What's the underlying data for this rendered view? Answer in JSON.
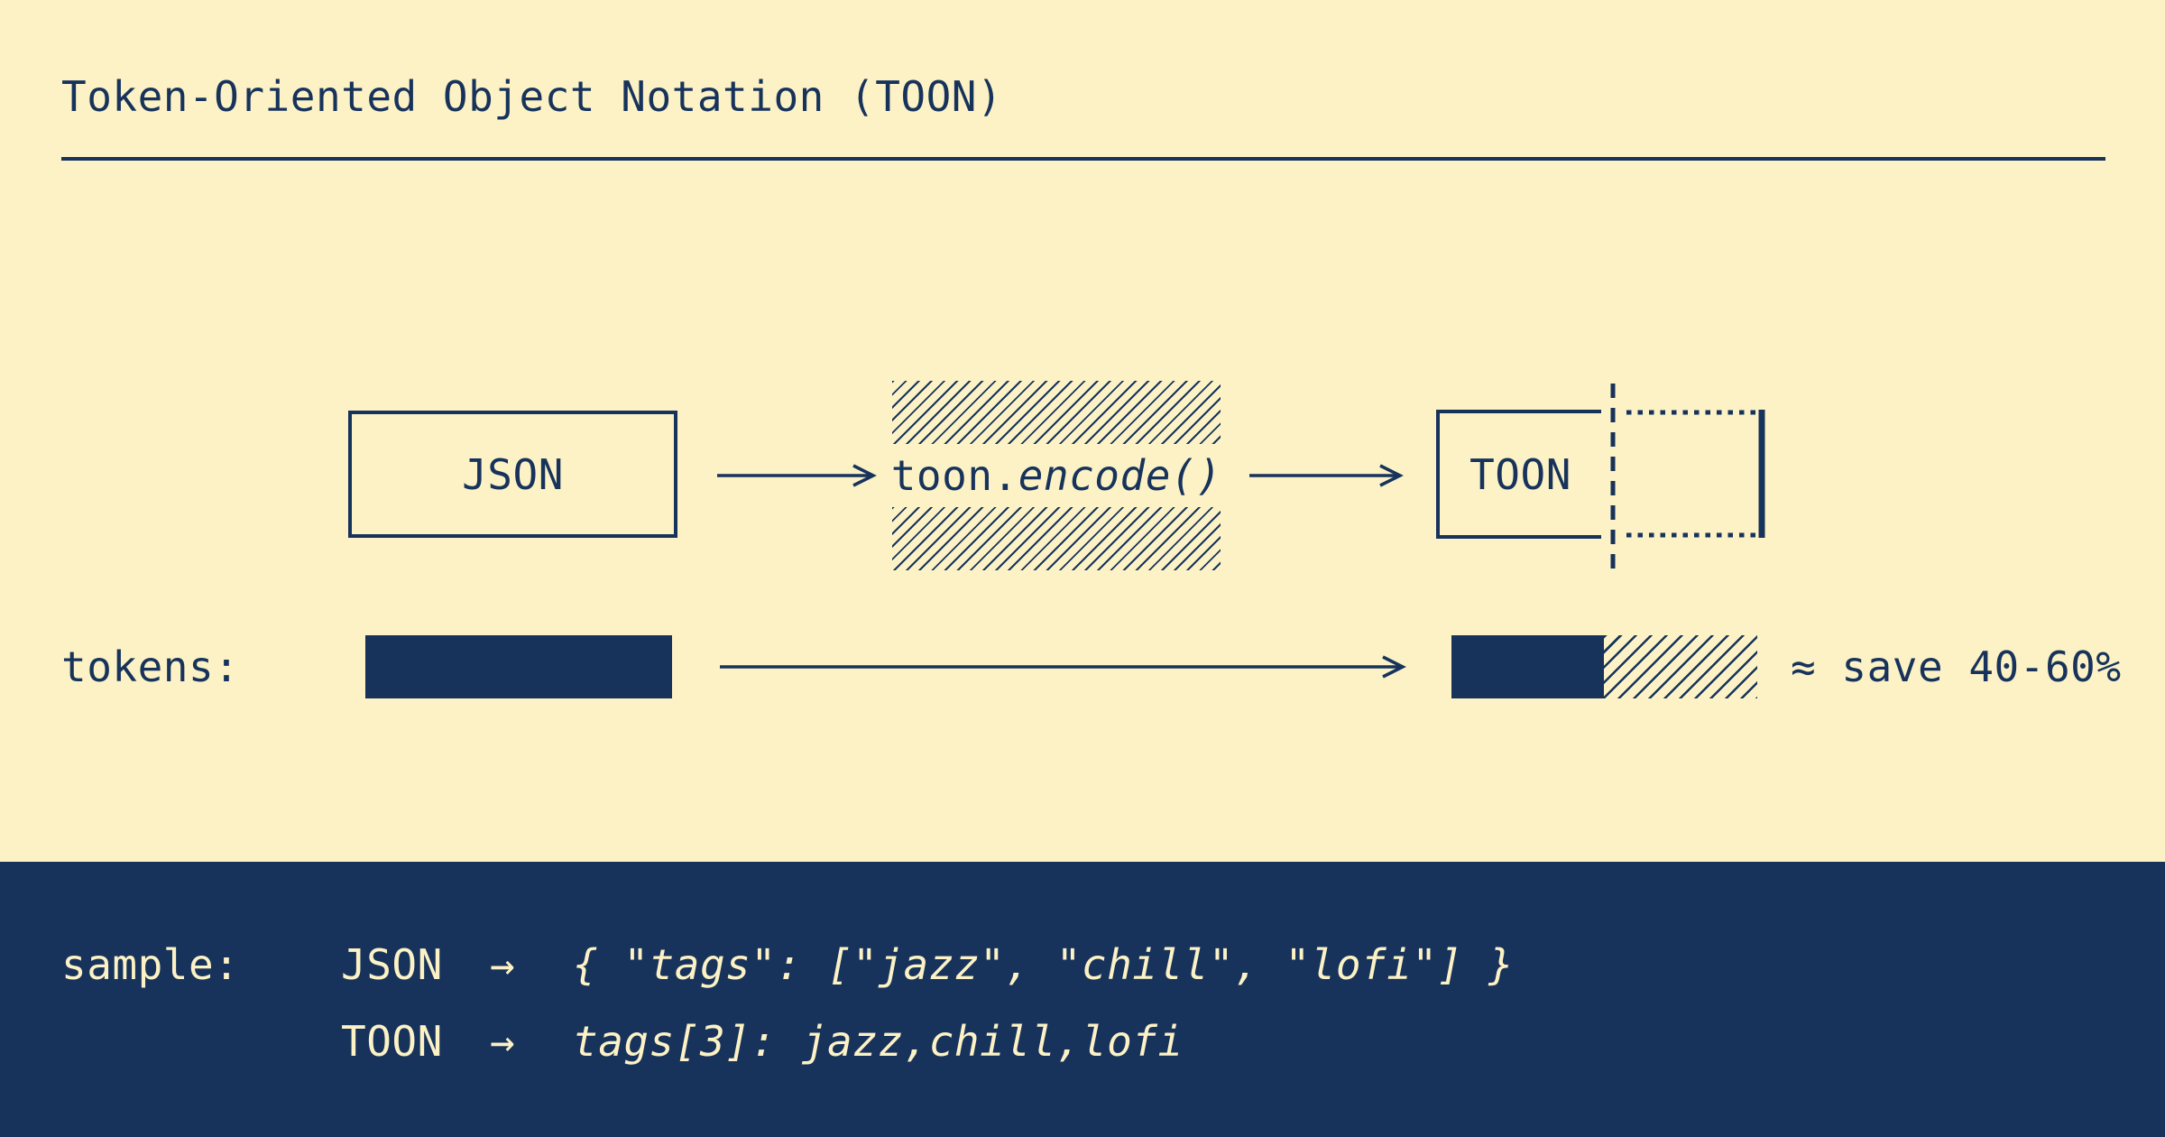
{
  "colors": {
    "cream": "#FCF2C5",
    "navy": "#17335C"
  },
  "header": {
    "title": "Token-Oriented Object Notation (TOON)"
  },
  "flow": {
    "input_label": "JSON",
    "encoder_prefix": "toon.",
    "encoder_call": "encode()",
    "output_label": "TOON"
  },
  "tokens_row": {
    "label": "tokens:",
    "savings_note": "≈ save 40-60%"
  },
  "sample": {
    "label": "sample:",
    "rows": [
      {
        "format": "JSON",
        "arrow": "→",
        "code": "{ \"tags\": [\"jazz\", \"chill\", \"lofi\"] }"
      },
      {
        "format": "TOON",
        "arrow": "→",
        "code": "tags[3]: jazz,chill,lofi"
      }
    ]
  }
}
